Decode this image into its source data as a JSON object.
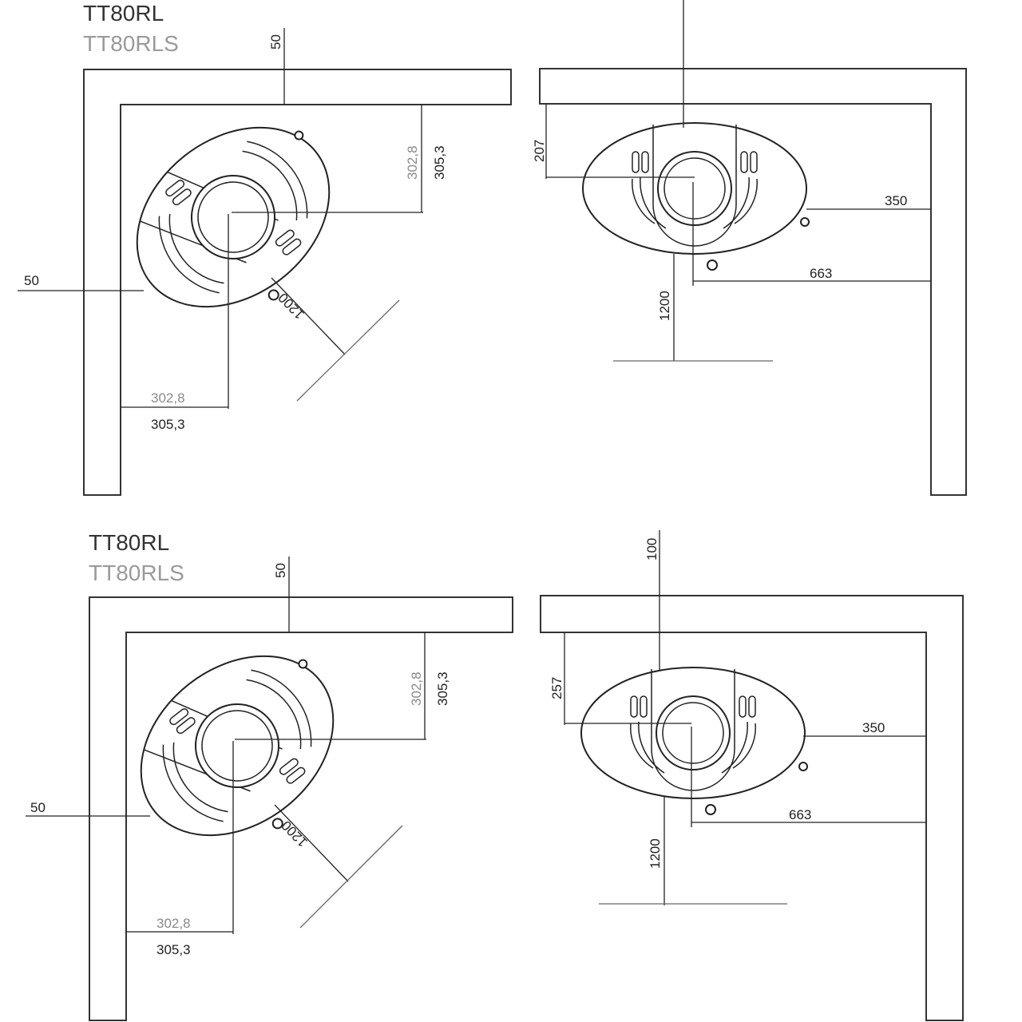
{
  "top": {
    "title_primary": "TT80RL",
    "title_secondary": "TT80RLS",
    "corner": {
      "rear_clearance": "50",
      "side_clearance": "50",
      "dist_top_rls": "302,8",
      "dist_top_rl": "305,3",
      "dist_left_rls": "302,8",
      "dist_left_rl": "305,3",
      "front_clearance": "1200"
    },
    "wall": {
      "rear_offset": "207",
      "side_distance": "350",
      "center_distance": "663",
      "front_clearance": "1200"
    }
  },
  "bottom": {
    "title_primary": "TT80RL",
    "title_secondary": "TT80RLS",
    "corner": {
      "rear_clearance": "50",
      "side_clearance": "50",
      "dist_top_rls": "302,8",
      "dist_top_rl": "305,3",
      "dist_left_rls": "302,8",
      "dist_left_rl": "305,3",
      "front_clearance": "1200"
    },
    "wall": {
      "rear_clearance": "100",
      "rear_offset": "257",
      "side_distance": "350",
      "center_distance": "663",
      "front_clearance": "1200"
    }
  },
  "colors": {
    "line": "#222222",
    "secondary_text": "#9a9a9a"
  }
}
